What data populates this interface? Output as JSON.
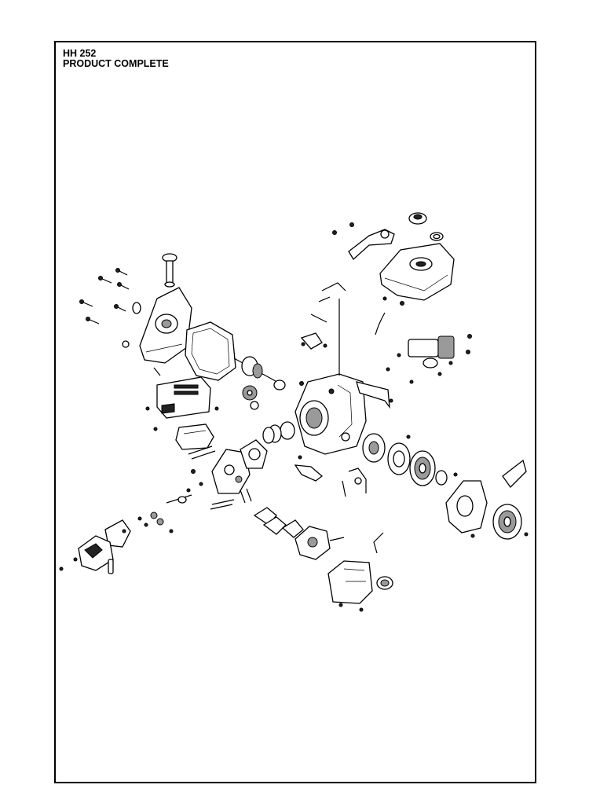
{
  "header": {
    "model": "HH 252",
    "subtitle": "PRODUCT COMPLETE"
  },
  "diagram": {
    "type": "exploded-parts-view",
    "line_color": "#000000",
    "background": "#ffffff"
  }
}
